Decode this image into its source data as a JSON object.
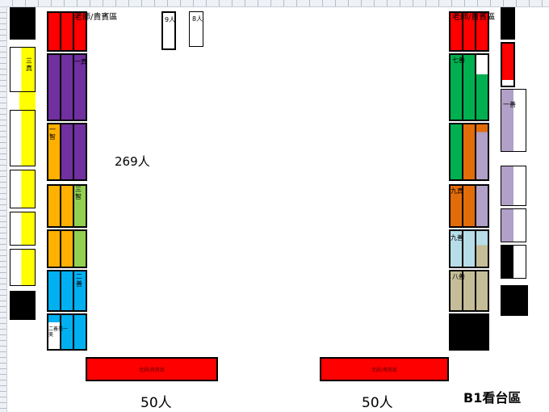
{
  "title": "B1看台區",
  "colors": {
    "red": "#ff0000",
    "purple": "#7030a0",
    "orange": "#ffb000",
    "green": "#92d050",
    "blue": "#00b0f0",
    "yellow": "#ffff00",
    "dark_green": "#00b050",
    "dark_orange": "#e36c0a",
    "lavender": "#b1a0c7",
    "light_blue": "#b7dde8",
    "tan": "#c4bd97",
    "black": "#000000"
  },
  "labels": {
    "teacher_vip_left": "老師/貴賓區",
    "teacher_vip_right": "老師/貴賓區",
    "count_9": "9人",
    "count_8": "8人",
    "three_real": "三真",
    "one_real": "一真",
    "one_wisdom": "一智",
    "three_wisdom": "三智",
    "two_good": "二善",
    "mixed_bottom": "二善美一美",
    "seven_good": "七善",
    "one_good": "一善",
    "nine_real": "九真",
    "nine_good": "九善",
    "eight_good": "八善",
    "count_269": "269人",
    "count_50_left": "50人",
    "count_50_right": "50人",
    "banner_left": "老師/貴賓區",
    "banner_right": "老師/貴賓區"
  }
}
